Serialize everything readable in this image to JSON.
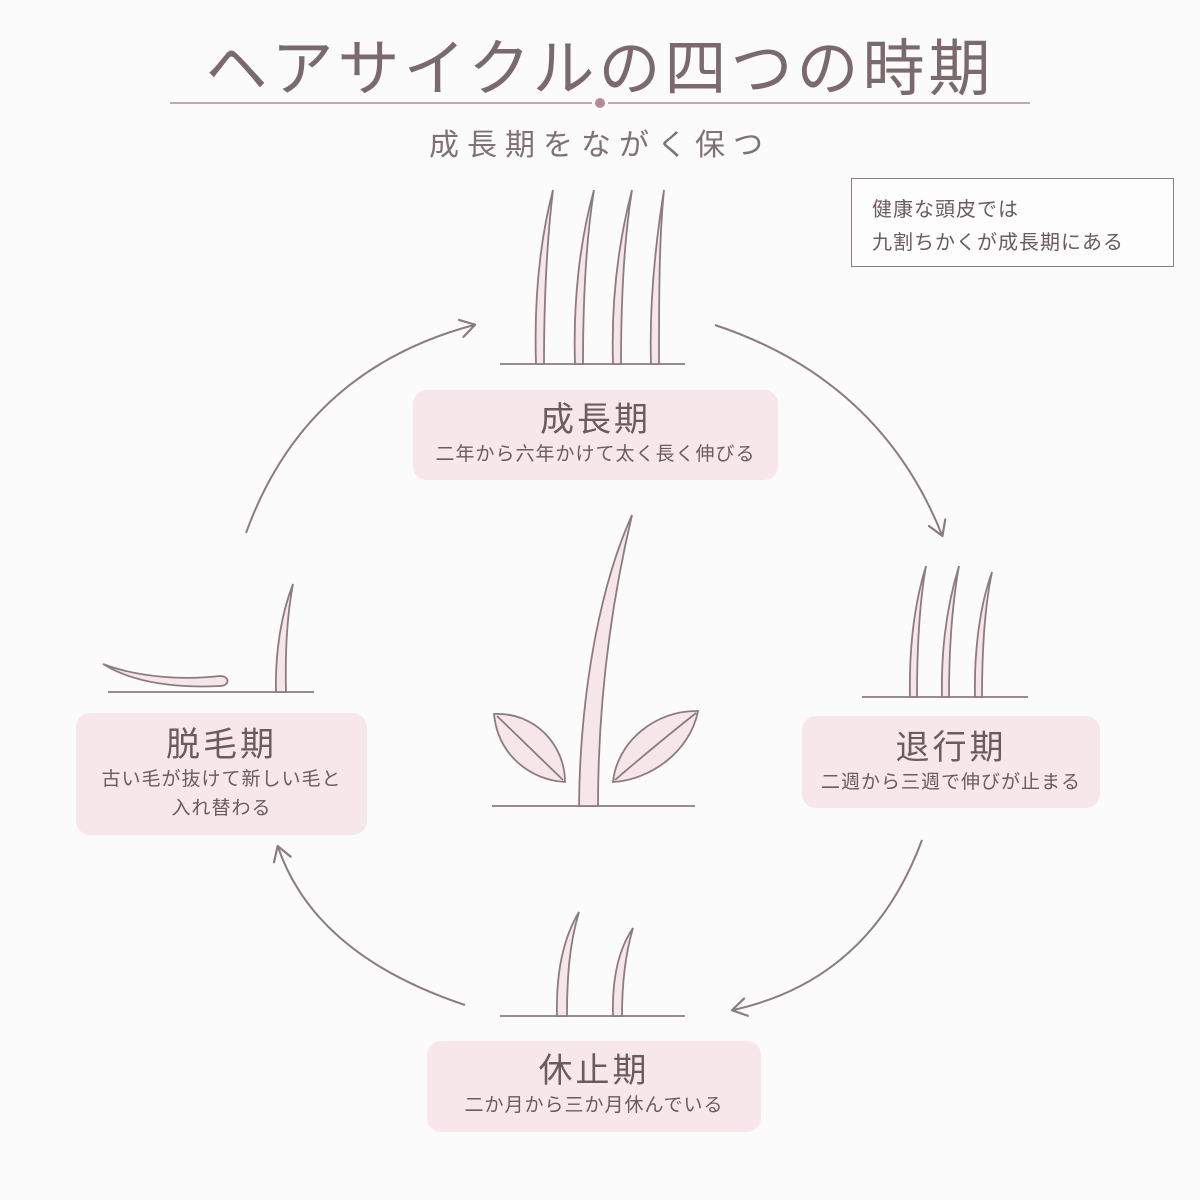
{
  "title": "ヘアサイクルの四つの時期",
  "subtitle": "成長期をながく保つ",
  "note": {
    "line1": "健康な頭皮では",
    "line2": "九割ちかくが成長期にある"
  },
  "stages": {
    "growth": {
      "name": "成長期",
      "desc": "二年から六年かけて太く長く伸びる"
    },
    "catagen": {
      "name": "退行期",
      "desc": "二週から三週で伸びが止まる"
    },
    "telogen": {
      "name": "休止期",
      "desc": "二か月から三か月休んでいる"
    },
    "exogen": {
      "name": "脱毛期",
      "desc1": "古い毛が抜けて新しい毛と",
      "desc2": "入れ替わる"
    }
  },
  "colors": {
    "line": "#8c7b7f",
    "accent": "#b48a98",
    "label_bg": "#f8e7ea",
    "hair_fill": "#f6e6e9"
  },
  "icons": [
    "cycle-arrow-icon",
    "hair-strand-icon",
    "leaf-icon",
    "skin-line-icon"
  ]
}
